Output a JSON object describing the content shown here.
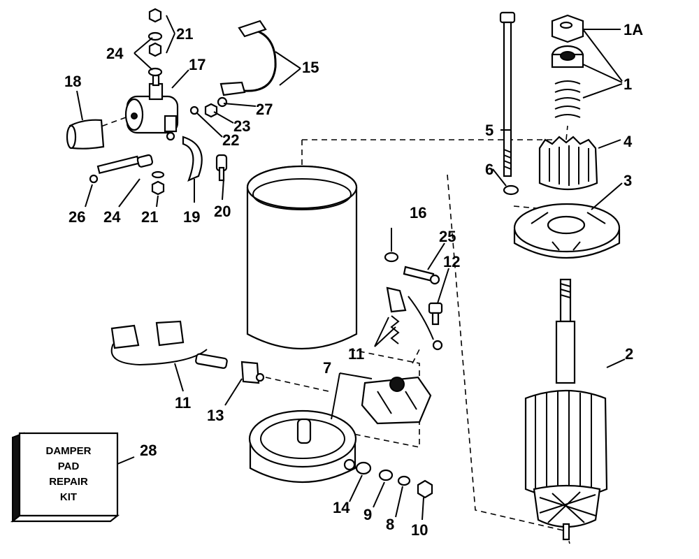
{
  "callouts": {
    "c1A": "1A",
    "c1": "1",
    "c2": "2",
    "c3": "3",
    "c4": "4",
    "c5": "5",
    "c6": "6",
    "c7": "7",
    "c8": "8",
    "c9": "9",
    "c10": "10",
    "c11a": "11",
    "c11b": "11",
    "c12": "12",
    "c13": "13",
    "c14": "14",
    "c15": "15",
    "c16": "16",
    "c17": "17",
    "c18": "18",
    "c19": "19",
    "c20": "20",
    "c21a": "21",
    "c21b": "21",
    "c22": "22",
    "c23": "23",
    "c24a": "24",
    "c24b": "24",
    "c25": "25",
    "c26": "26",
    "c27": "27",
    "c28": "28"
  },
  "kit_box": {
    "line1": "DAMPER",
    "line2": "PAD",
    "line3": "REPAIR",
    "line4": "KIT"
  }
}
